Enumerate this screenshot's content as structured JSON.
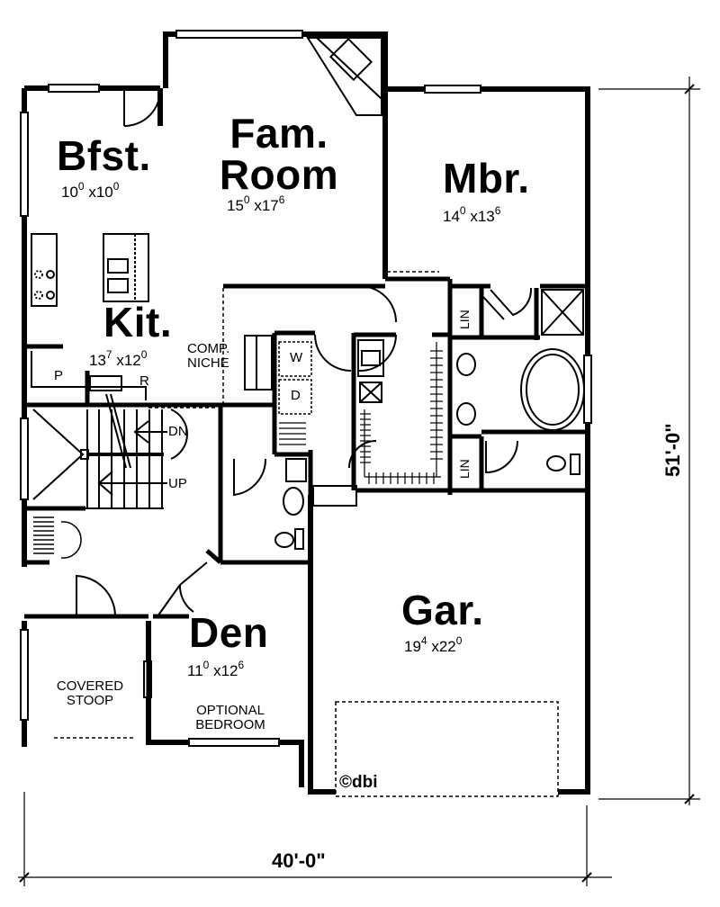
{
  "plan": {
    "overall_width": "40'-0\"",
    "overall_depth": "51'-0\"",
    "copyright": "©dbi",
    "line_color": "#000000",
    "background_color": "#ffffff"
  },
  "rooms": {
    "bfst": {
      "name": "Bfst.",
      "w": "10",
      "w_in": "0",
      "sep": "x",
      "d": "10",
      "d_in": "0"
    },
    "fam": {
      "name1": "Fam.",
      "name2": "Room",
      "w": "15",
      "w_in": "0",
      "sep": "x",
      "d": "17",
      "d_in": "6"
    },
    "mbr": {
      "name": "Mbr.",
      "w": "14",
      "w_in": "0",
      "sep": "x",
      "d": "13",
      "d_in": "6"
    },
    "kit": {
      "name": "Kit.",
      "w": "13",
      "w_in": "7",
      "sep": "x",
      "d": "12",
      "d_in": "0"
    },
    "gar": {
      "name": "Gar.",
      "w": "19",
      "w_in": "4",
      "sep": "x",
      "d": "22",
      "d_in": "0"
    },
    "den": {
      "name": "Den",
      "w": "11",
      "w_in": "0",
      "sep": "x",
      "d": "12",
      "d_in": "6",
      "note1": "OPTIONAL",
      "note2": "BEDROOM"
    },
    "stoop": {
      "line1": "COVERED",
      "line2": "STOOP"
    }
  },
  "labels": {
    "pantry": "P",
    "refrigerator": "R",
    "comp_line1": "COMP.",
    "comp_line2": "NICHE",
    "washer": "W",
    "dryer": "D",
    "stair_down": "DN",
    "stair_up": "UP",
    "linen_1": "LIN",
    "linen_2": "LIN"
  }
}
